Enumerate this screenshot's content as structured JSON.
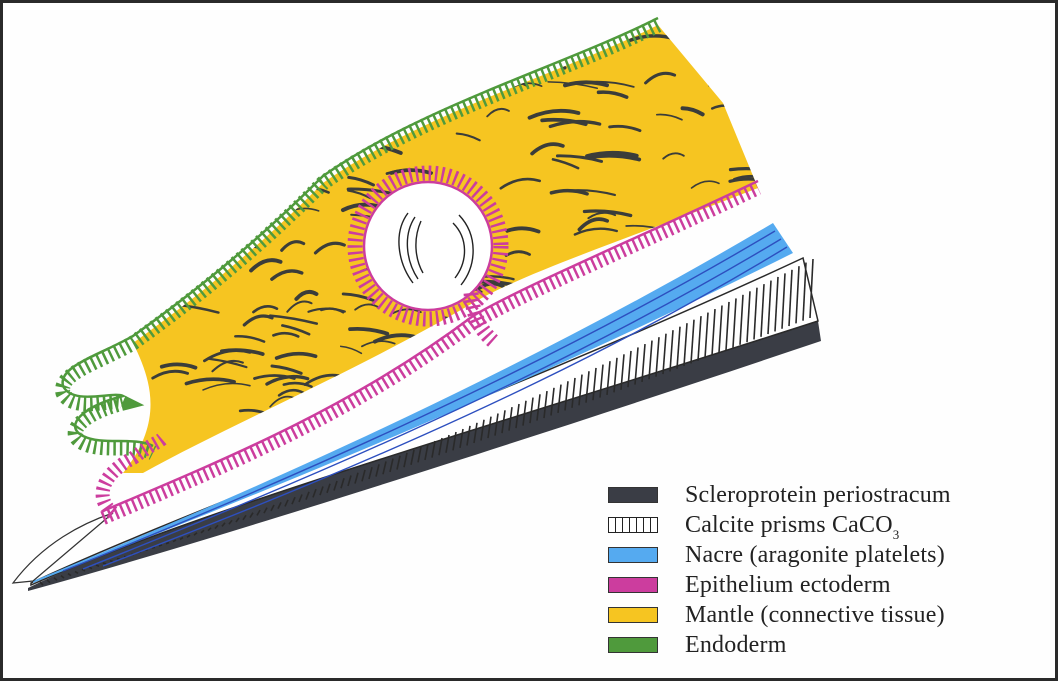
{
  "legend": {
    "items": [
      {
        "id": "periostracum",
        "label": "Scleroprotein periostracum",
        "color": "#3a3d45",
        "pattern": "solid"
      },
      {
        "id": "calcite",
        "label": "Calcite prisms CaCO",
        "subscript": "3",
        "color": "#ffffff",
        "pattern": "vertical-stripes"
      },
      {
        "id": "nacre",
        "label": "Nacre (aragonite platelets)",
        "color": "#55aaf0",
        "pattern": "solid"
      },
      {
        "id": "epithelium",
        "label": "Epithelium ectoderm",
        "color": "#cc3d9e",
        "pattern": "solid"
      },
      {
        "id": "mantle",
        "label": "Mantle (connective tissue)",
        "color": "#f6c521",
        "pattern": "solid"
      },
      {
        "id": "endoderm",
        "label": "Endoderm",
        "color": "#4f9a3c",
        "pattern": "solid"
      }
    ]
  },
  "colors": {
    "periostracum": "#3a3d45",
    "calcite_stripe": "#2a2a2a",
    "nacre": "#55aaf0",
    "nacre_lines": "#2d4fbf",
    "epithelium": "#cc3d9e",
    "mantle": "#f6c521",
    "mantle_fibers": "#3b3d3a",
    "endoderm": "#4f9a3c"
  }
}
